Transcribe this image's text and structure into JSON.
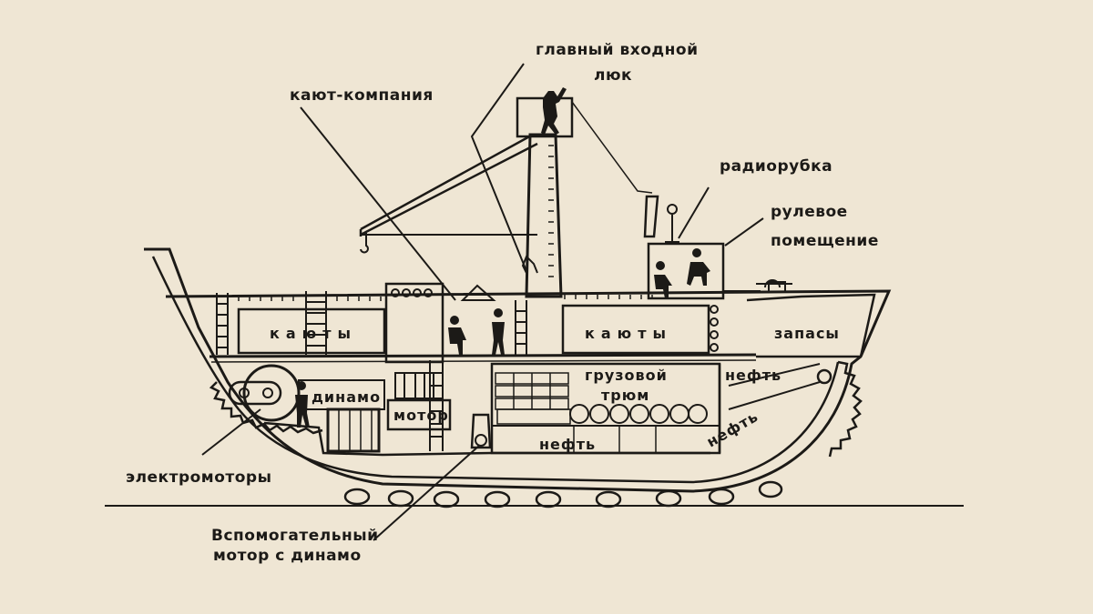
{
  "diagram": {
    "colors": {
      "paper": "#efe6d4",
      "ink": "#1c1a17"
    },
    "callouts": {
      "main_hatch_line1": "главный входной",
      "main_hatch_line2": "люк",
      "wardroom": "кают-компания",
      "radio_room": "радиорубка",
      "steering_line1": "рулевое",
      "steering_line2": "помещение",
      "electromotors": "электромоторы",
      "aux_motor_line1": "Вспомогательный",
      "aux_motor_line2": "мотор с динамо"
    },
    "compartments": {
      "cabins_fore": "каюты",
      "cabins_aft": "каюты",
      "stores": "запасы",
      "dynamo": "динамо",
      "motor": "мотор",
      "cargo_hold_line1": "грузовой",
      "cargo_hold_line2": "трюм",
      "oil_center": "нефть",
      "oil_upper": "нефть",
      "oil_stern": "нефть"
    }
  }
}
